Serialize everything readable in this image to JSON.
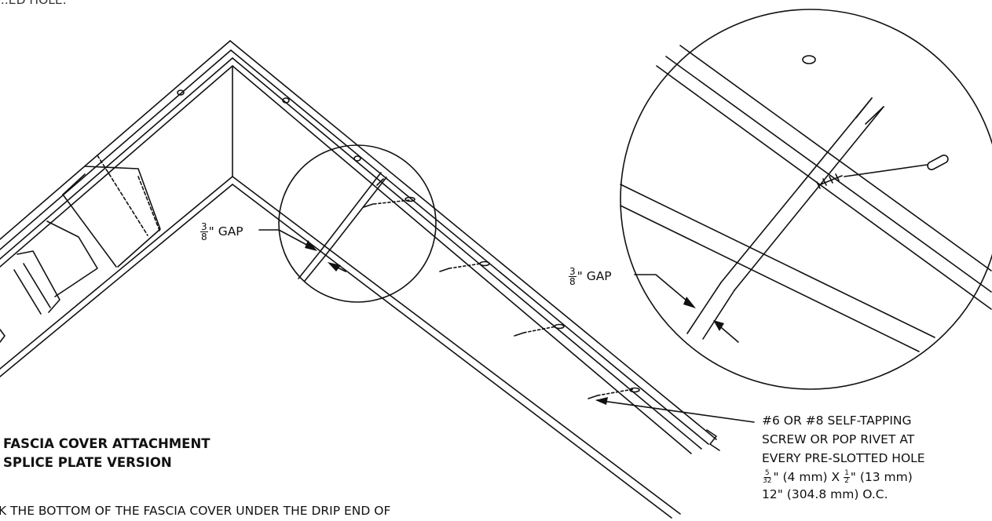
{
  "top_cut_text": "...ED HOLE.",
  "gap_label_left": {
    "frac_num": "3",
    "frac_den": "8",
    "text": "\" GAP"
  },
  "gap_label_right": {
    "frac_num": "3",
    "frac_den": "8",
    "text": "\" GAP"
  },
  "screw_callout": {
    "line1": "#6 OR #8 SELF-TAPPING",
    "line2": "SCREW OR POP RIVET AT",
    "line3": "EVERY PRE-SLOTTED HOLE",
    "size_a_num": "5",
    "size_a_den": "32",
    "size_a_text": "\" (4 mm) X ",
    "size_b_num": "1",
    "size_b_den": "2",
    "size_b_text": "\" (13 mm)",
    "line5": "12\" (304.8 mm) O.C."
  },
  "title": {
    "line1": "FASCIA COVER ATTACHMENT",
    "line2": "SPLICE PLATE VERSION"
  },
  "instruction_partial": "K THE BOTTOM OF THE  FASCIA COVER UNDER THE DRIP END OF"
}
